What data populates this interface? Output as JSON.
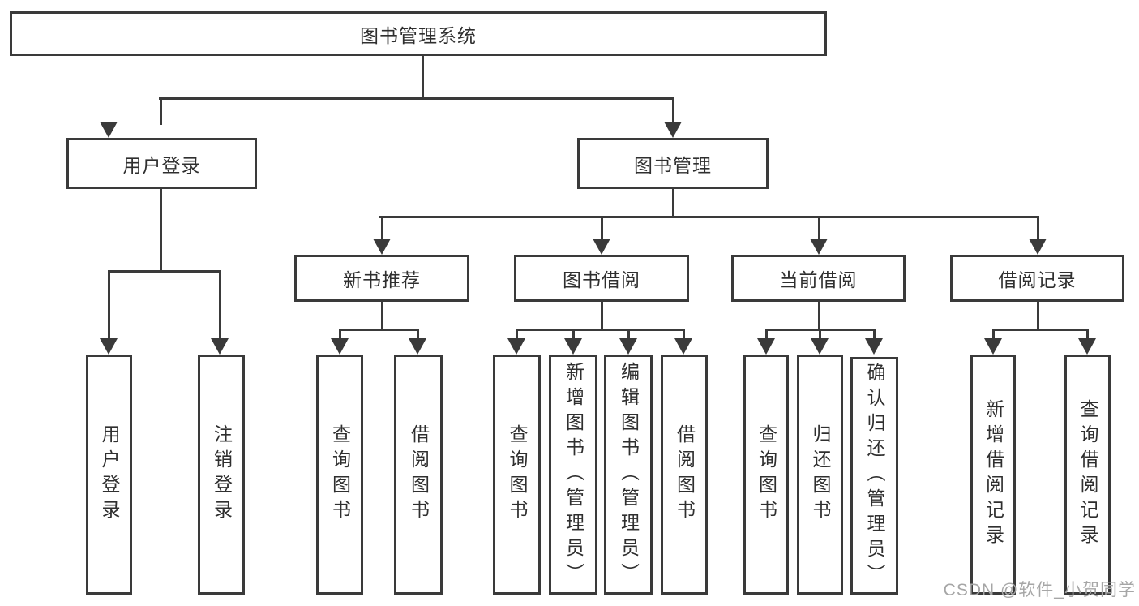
{
  "tree": {
    "label": "图书管理系统",
    "children": [
      {
        "label": "用户登录",
        "children": [
          {
            "label": "用户登录"
          },
          {
            "label": "注销登录"
          }
        ]
      },
      {
        "label": "图书管理",
        "children": [
          {
            "label": "新书推荐",
            "children": [
              {
                "label": "查询图书"
              },
              {
                "label": "借阅图书"
              }
            ]
          },
          {
            "label": "图书借阅",
            "children": [
              {
                "label": "查询图书"
              },
              {
                "label": "新增图书（管理员）"
              },
              {
                "label": "编辑图书（管理员）"
              },
              {
                "label": "借阅图书"
              }
            ]
          },
          {
            "label": "当前借阅",
            "children": [
              {
                "label": "查询图书"
              },
              {
                "label": "归还图书"
              },
              {
                "label": "确认归还（管理员）"
              }
            ]
          },
          {
            "label": "借阅记录",
            "children": [
              {
                "label": "新增借阅记录"
              },
              {
                "label": "查询借阅记录"
              }
            ]
          }
        ]
      }
    ]
  },
  "watermark": "CSDN @软件_小贺同学",
  "colors": {
    "line": "#3a3a3a",
    "text": "#2f2f2f",
    "box_background": "#ffffff",
    "page_background": "#ffffff",
    "watermark": "#a6a6a6"
  }
}
